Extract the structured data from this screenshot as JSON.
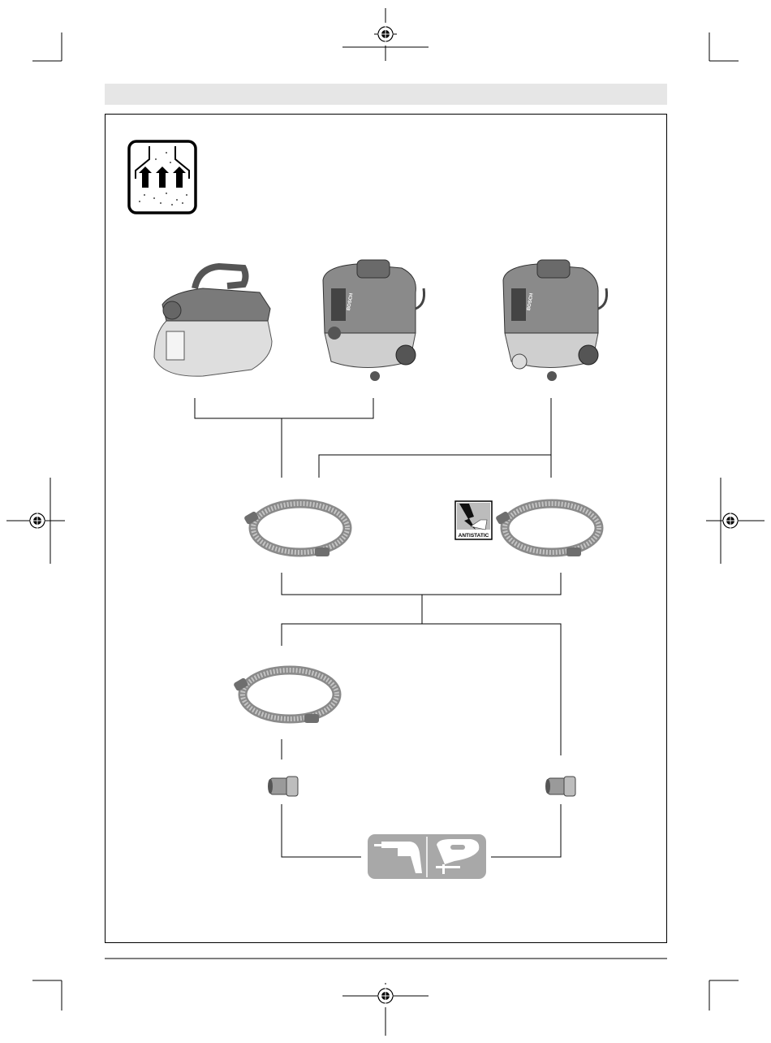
{
  "page": {
    "header_bar_color": "#e6e6e6",
    "frame_color": "#000000"
  },
  "icons": {
    "dust_class_icon": "dust-extraction-icon",
    "antistatic_label": "ANTISTATIC",
    "tools_icon": [
      "drill-icon",
      "jigsaw-icon"
    ]
  },
  "products": {
    "vacuum_brand": "BOSCH",
    "vacuums": [
      "compact-vacuum",
      "wet-dry-vacuum",
      "wet-dry-vacuum-with-socket"
    ],
    "hoses": [
      "hose-standard",
      "hose-antistatic",
      "hose-small"
    ],
    "adapters": [
      "adapter-left",
      "adapter-right"
    ]
  }
}
